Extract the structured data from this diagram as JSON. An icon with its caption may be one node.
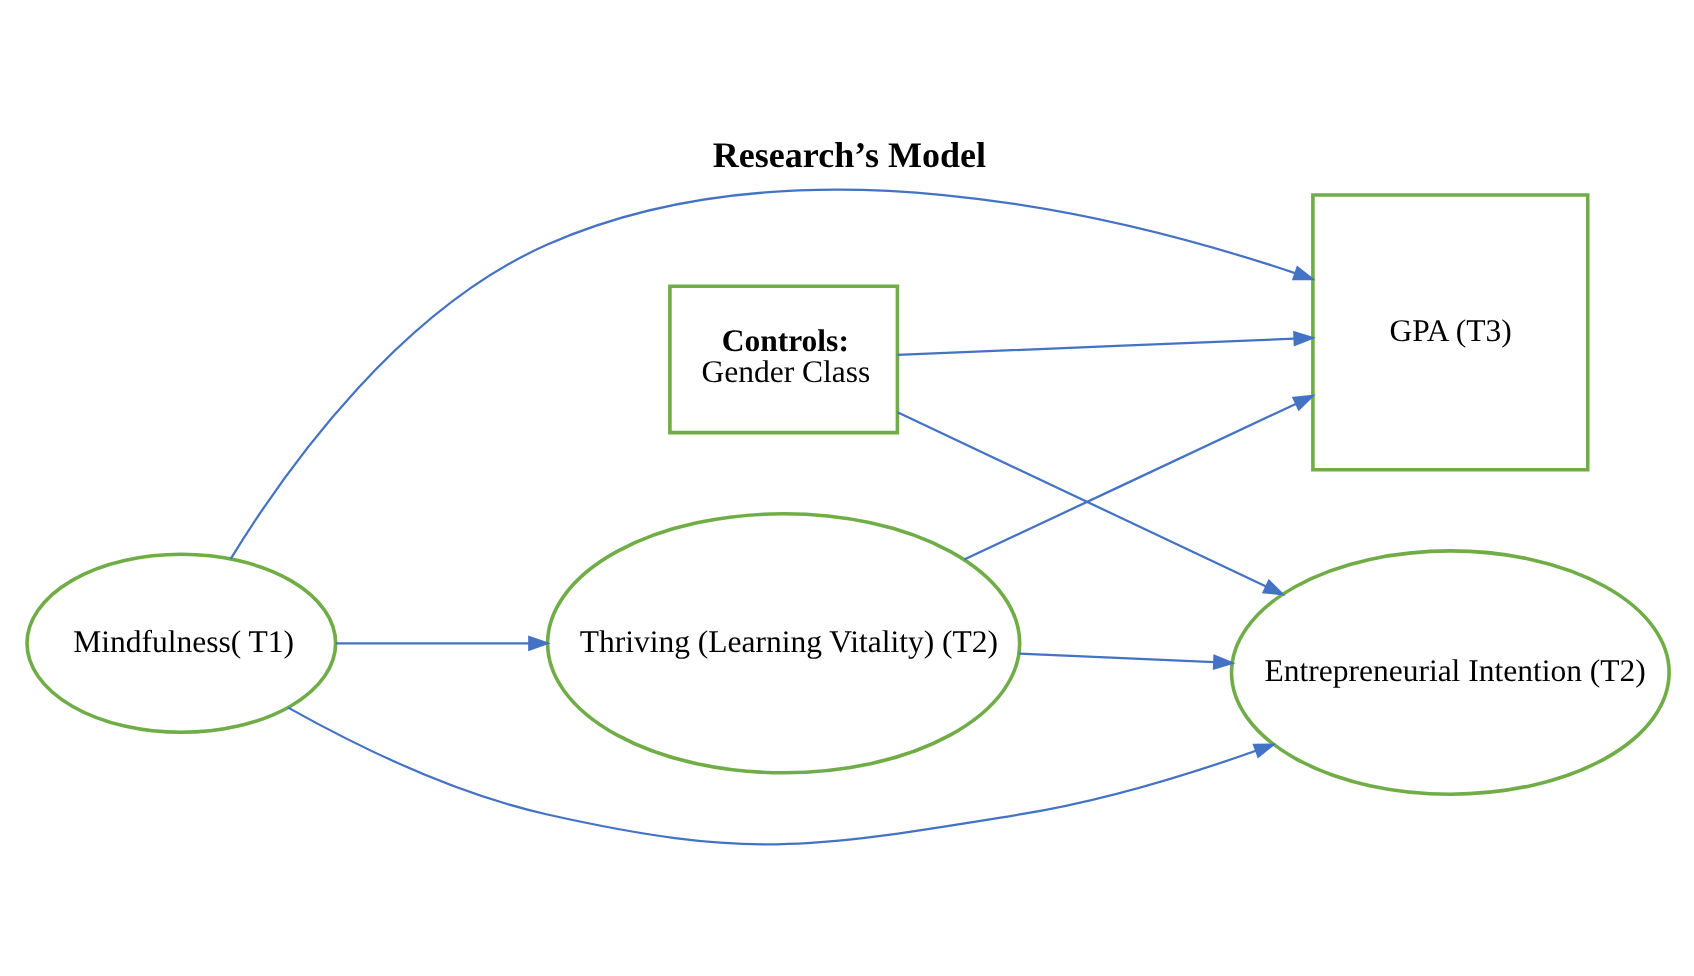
{
  "diagram": {
    "title": "Research’s Model",
    "nodes": [
      {
        "text": [
          "Controls:",
          "Gender Class"
        ]
      },
      {
        "text": [
          "Entrepreneurial Intention (T2)"
        ]
      },
      {
        "text": [
          "Mindfulness( T1)"
        ]
      },
      {
        "text": [
          "Thriving (Learning Vitality) (T2)"
        ]
      },
      {
        "text": [
          "GPA (T3)"
        ]
      }
    ],
    "edges": [
      {
        "from": 0,
        "to": 1,
        "arrow": "to"
      },
      {
        "from": 0,
        "to": 4,
        "arrow": "to"
      },
      {
        "from": 2,
        "to": 1,
        "arrow": "to"
      },
      {
        "from": 2,
        "to": 3,
        "arrow": "to"
      },
      {
        "from": 3,
        "to": 1,
        "arrow": "to"
      },
      {
        "from": 3,
        "to": 4,
        "arrow": "to"
      },
      {
        "from": 2,
        "to": 4,
        "arrow": "to"
      }
    ]
  }
}
